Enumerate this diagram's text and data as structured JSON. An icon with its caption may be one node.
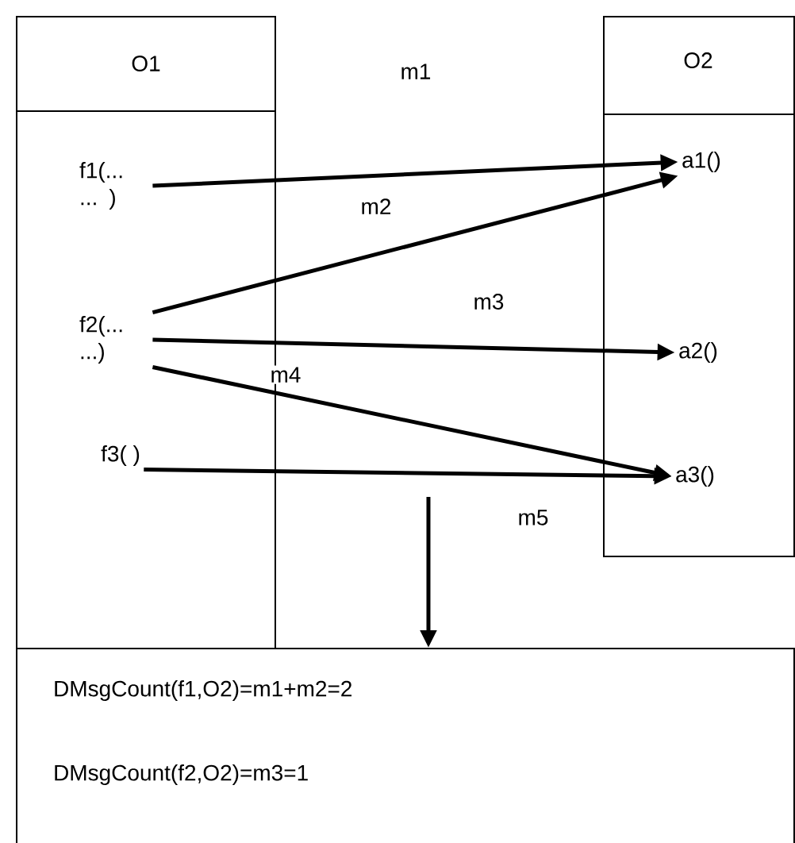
{
  "diagram": {
    "nodes": [
      {
        "text": [
          "O1"
        ]
      },
      {
        "text": [
          "f1(... ... )"
        ],
        "in": 0
      },
      {
        "text": [
          "f2(... ...)"
        ],
        "in": 0
      },
      {
        "text": [
          "f3( )"
        ],
        "in": 0
      },
      {
        "text": [
          "O2"
        ]
      },
      {
        "text": [
          "a1()"
        ],
        "in": 4
      },
      {
        "text": [
          "a2()"
        ],
        "in": 4
      },
      {
        "text": [
          "a3()"
        ],
        "in": 4
      },
      {
        "text": [
          "DMsgCount(f1,O2)=m1+m2=2",
          "DMsgCount(f2,O2)=m3=1"
        ]
      }
    ],
    "edges": [
      {
        "from": 1,
        "to": 5,
        "arrow": "to"
      },
      {
        "from": 2,
        "to": 5,
        "arrow": "to"
      },
      {
        "from": 2,
        "to": 6,
        "arrow": "to"
      },
      {
        "from": 2,
        "to": 7,
        "arrow": "to"
      },
      {
        "from": 3,
        "to": 7,
        "arrow": "to"
      },
      {
        "from": null,
        "to": 8,
        "arrow": "to"
      }
    ],
    "labels": [
      "m1",
      "m2",
      "m3",
      "m4",
      "m5"
    ]
  }
}
